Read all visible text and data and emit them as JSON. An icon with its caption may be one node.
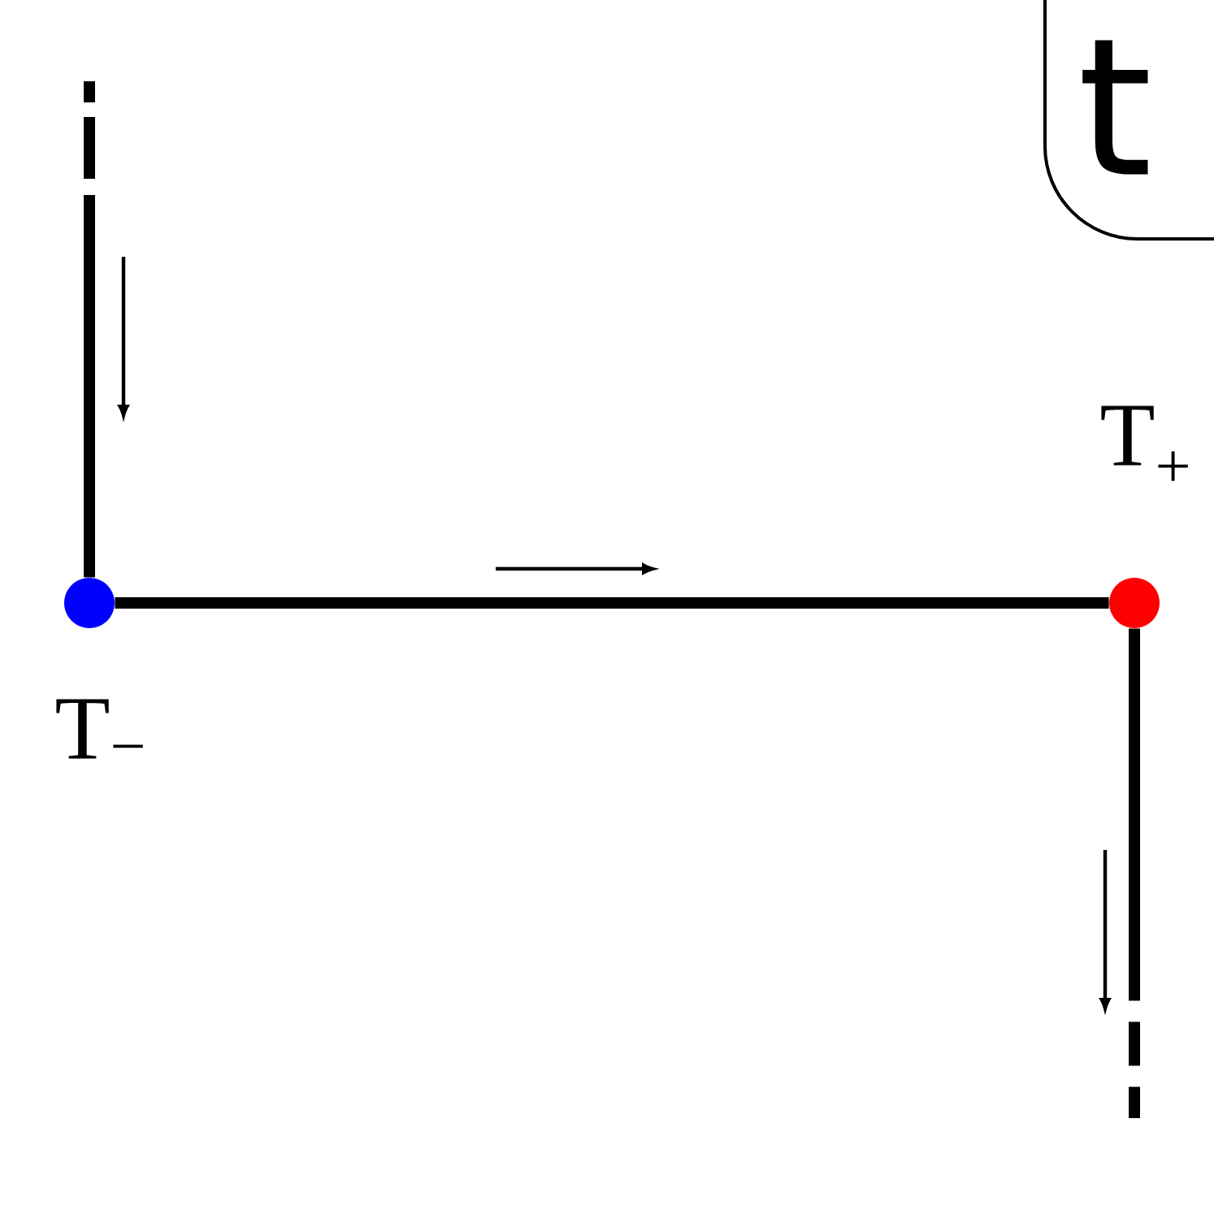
{
  "diagram": {
    "nodes": [
      {
        "text": [],
        "shape": "circle",
        "beside": [
          "T$_{−}$"
        ]
      },
      {
        "text": [],
        "shape": "circle",
        "beside": [
          "T$_{+}$"
        ]
      },
      {
        "text": [
          "t"
        ]
      }
    ],
    "edges": [
      {
        "from": null,
        "to": 0,
        "arrow": "none",
        "style": "dashed"
      },
      {
        "from": 0,
        "to": 1,
        "arrow": "none"
      },
      {
        "from": 1,
        "to": null,
        "arrow": "none",
        "style": "dashed"
      }
    ]
  }
}
